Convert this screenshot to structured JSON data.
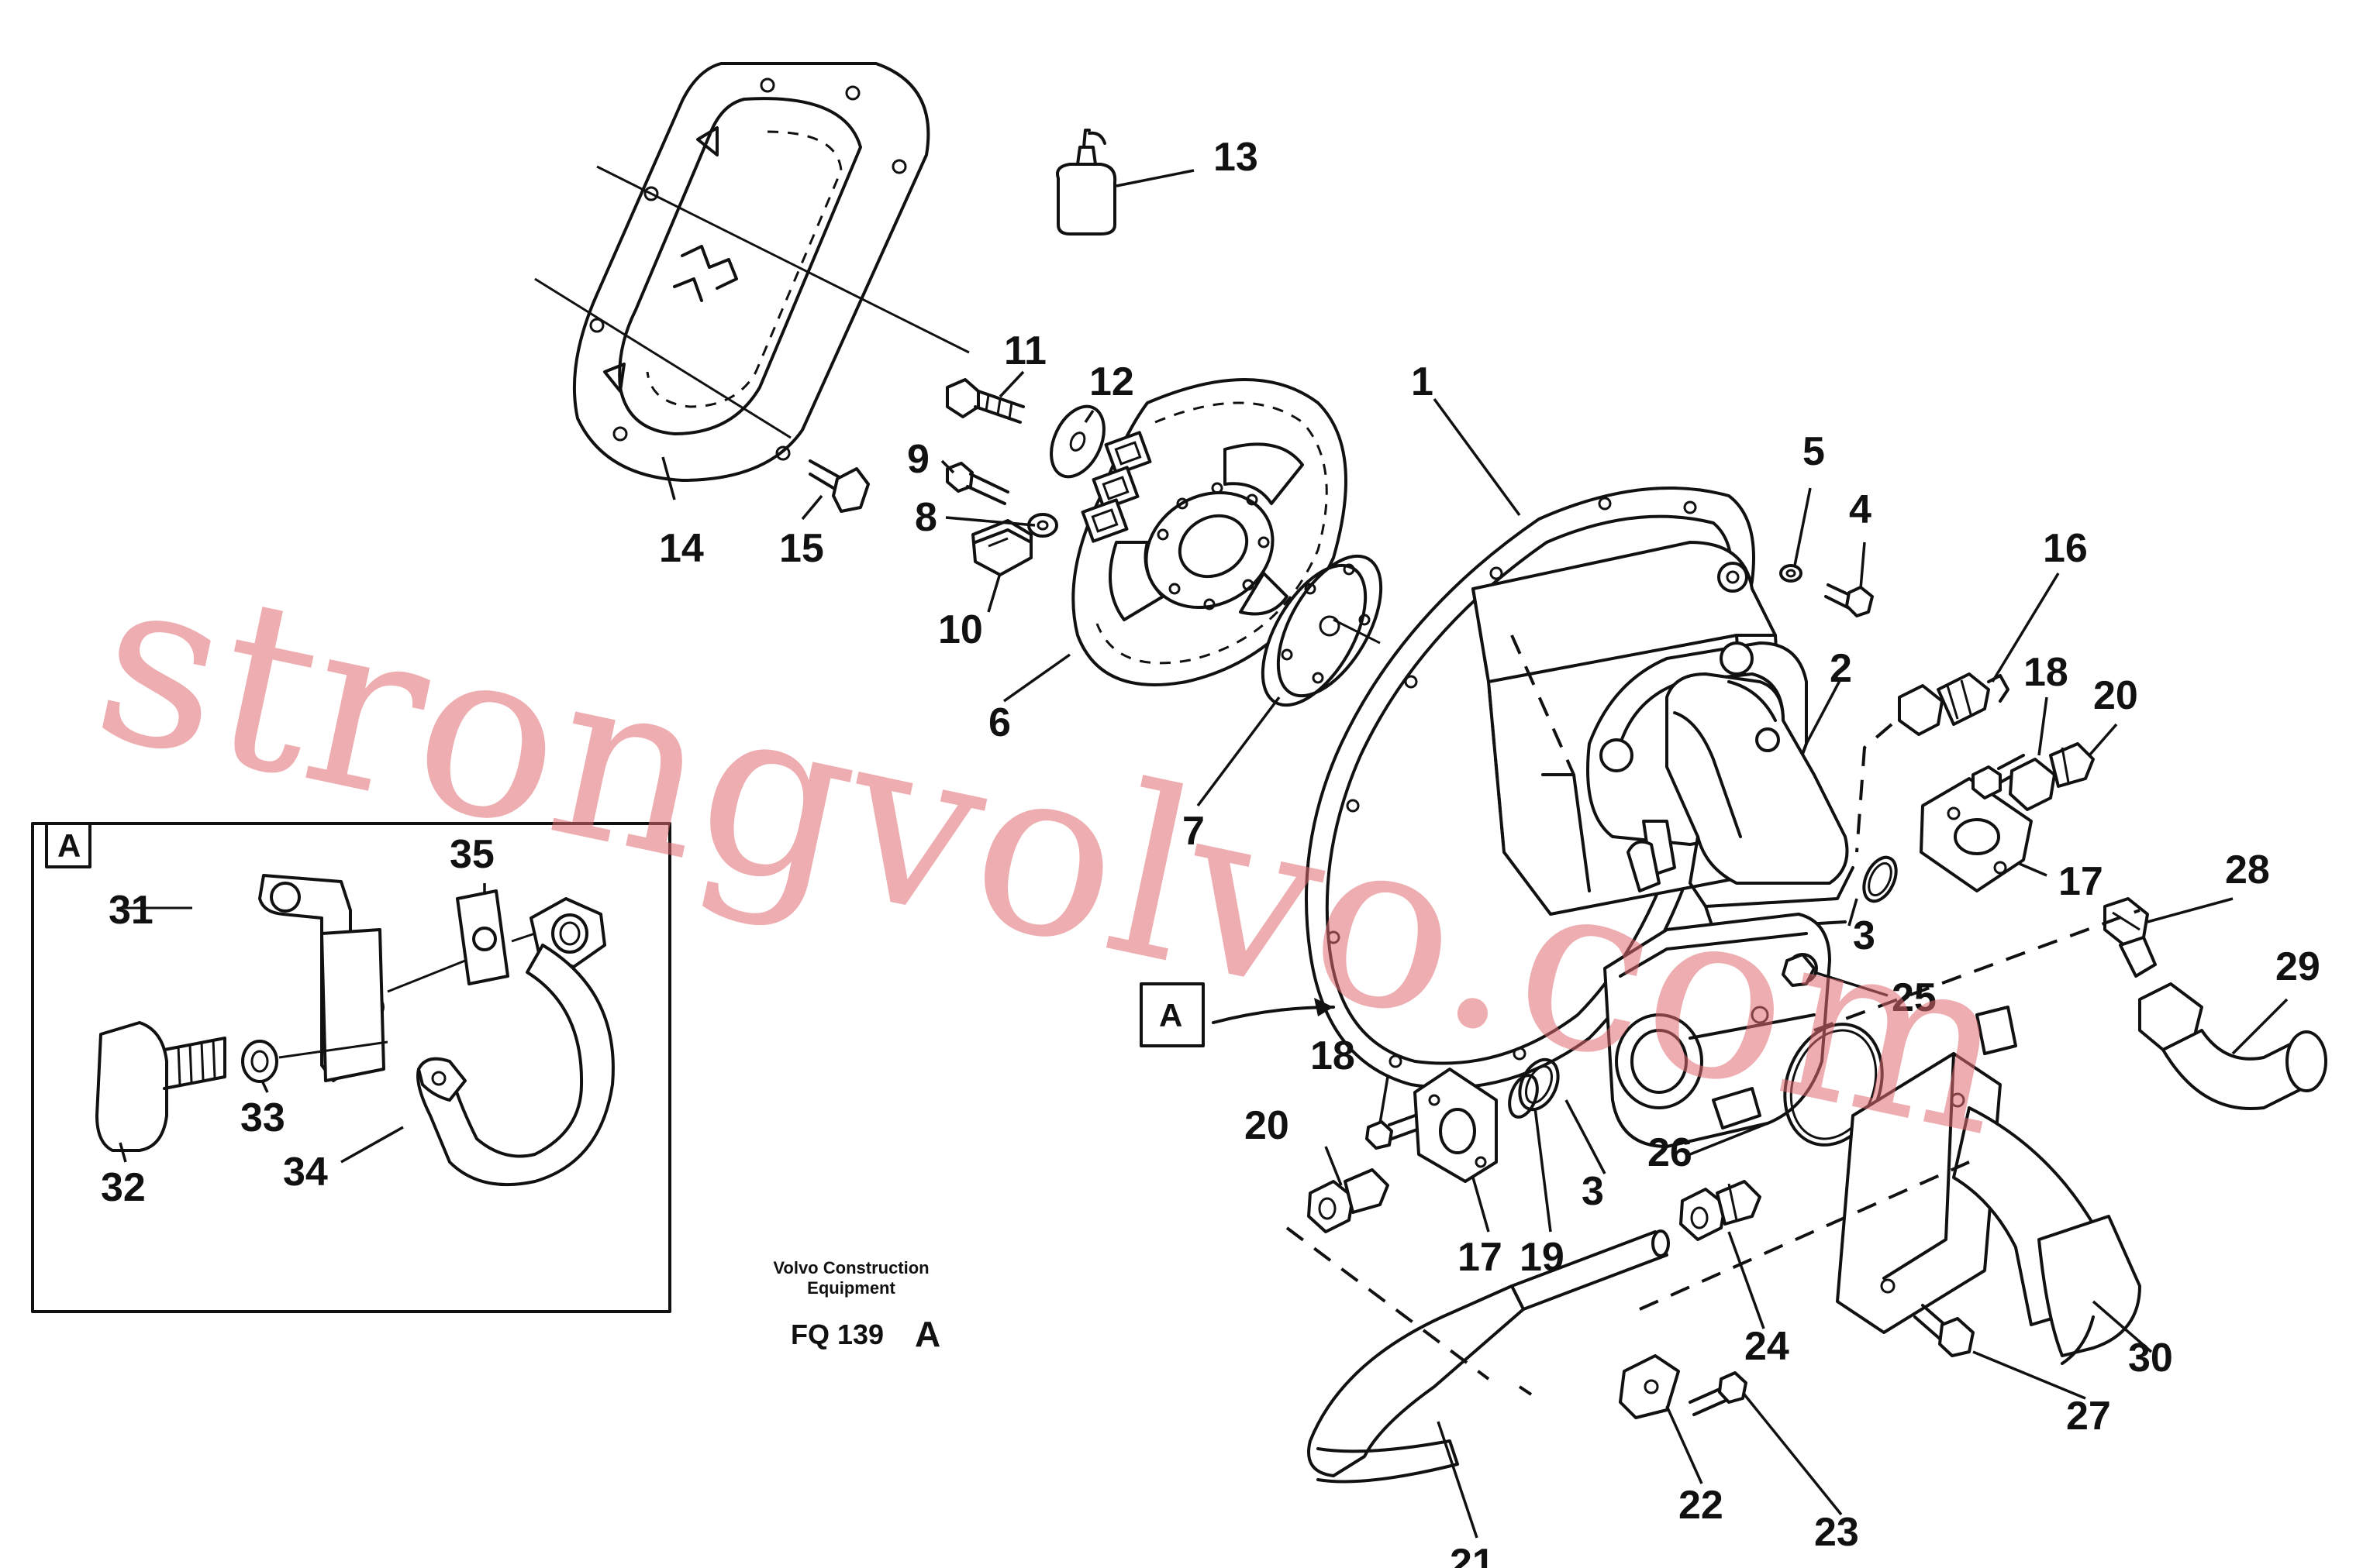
{
  "part_labels": [
    "1",
    "2",
    "3",
    "3",
    "4",
    "5",
    "6",
    "7",
    "8",
    "9",
    "10",
    "11",
    "12",
    "13",
    "14",
    "15",
    "16",
    "17",
    "17",
    "18",
    "18",
    "19",
    "20",
    "20",
    "21",
    "22",
    "23",
    "24",
    "25",
    "26",
    "27",
    "28",
    "29",
    "30",
    "31",
    "32",
    "33",
    "34",
    "35"
  ],
  "detail": {
    "marker": "A",
    "callout": "A"
  },
  "publisher": {
    "line1": "Volvo Construction",
    "line2": "Equipment"
  },
  "figure_code": "FQ 139",
  "figure_variant": "A",
  "watermark": "strongvolvo.com",
  "colors": {
    "line": "#111111",
    "watermark": "#e06a70",
    "background": "#ffffff"
  }
}
